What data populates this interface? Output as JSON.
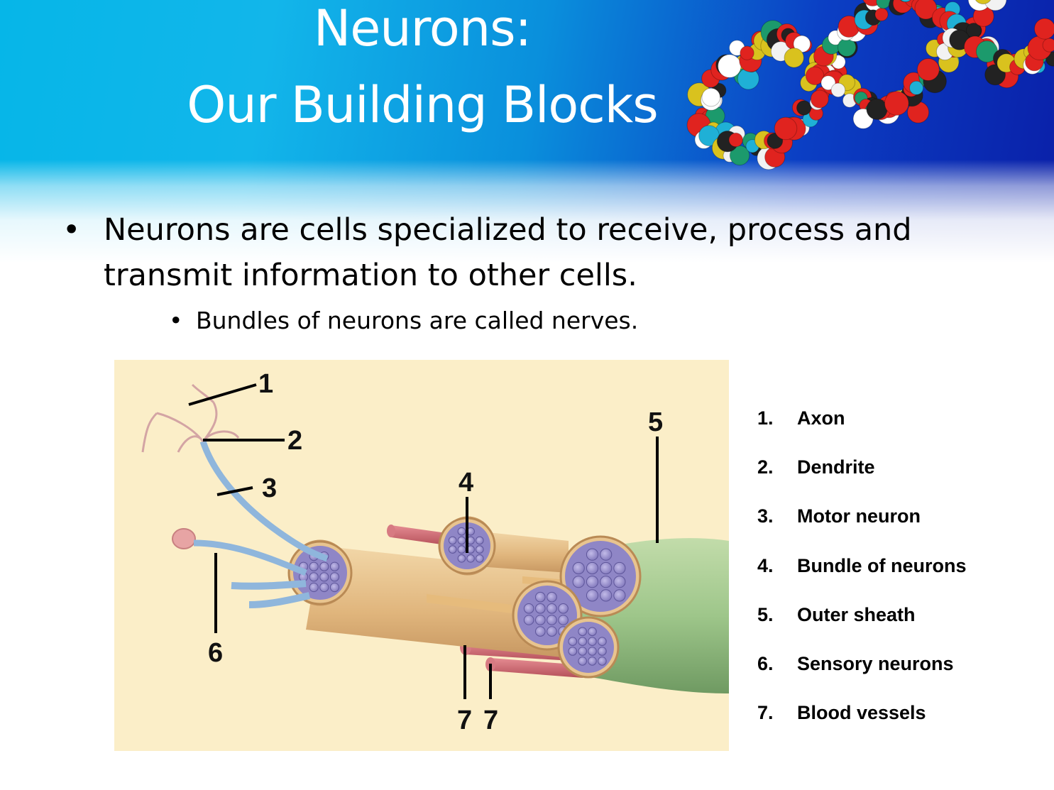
{
  "slide": {
    "title_line1": "Neurons:",
    "title_line2": "Our Building Blocks",
    "bullet_main": "Neurons are cells specialized to receive, process and transmit information to other cells.",
    "bullet_sub": "Bundles of neurons are called nerves."
  },
  "diagram": {
    "callouts": [
      "1",
      "2",
      "3",
      "4",
      "5",
      "6",
      "7",
      "7"
    ]
  },
  "legend": [
    {
      "num": "1.",
      "label": "Axon"
    },
    {
      "num": "2.",
      "label": "Dendrite"
    },
    {
      "num": "3.",
      "label": "Motor neuron"
    },
    {
      "num": "4.",
      "label": "Bundle of neurons"
    },
    {
      "num": "5.",
      "label": "Outer sheath"
    },
    {
      "num": "6.",
      "label": "Sensory neurons"
    },
    {
      "num": "7.",
      "label": "Blood vessels"
    }
  ],
  "colors": {
    "header_cyan": "#12b6ea",
    "header_blue": "#0a1fa8",
    "diagram_bg": "#fbeec8",
    "sheath_green": "#a3c98d",
    "bundle_tan": "#e8c48f",
    "neuron_purple": "#9a92cf",
    "vessel_red": "#cf6a72"
  }
}
